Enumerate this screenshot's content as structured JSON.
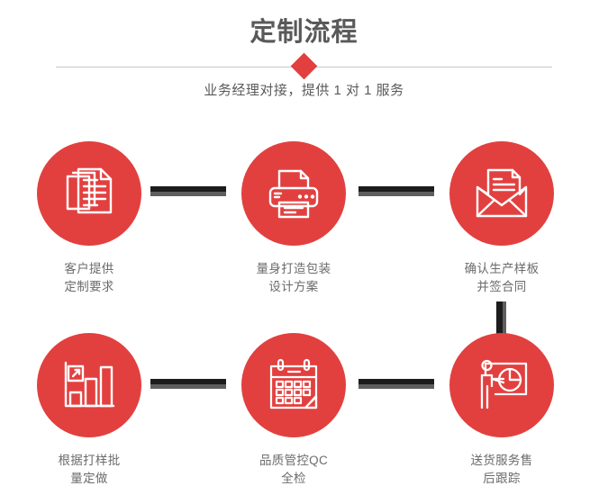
{
  "header": {
    "title": "定制流程",
    "subtitle": "业务经理对接，提供 1 对 1 服务",
    "diamond_icon": "diamond-marker",
    "accent_color": "#e2403f",
    "title_color": "#595959",
    "divider_color": "#c9c9c9"
  },
  "flow": {
    "steps": [
      {
        "index": "1",
        "icon": "documents-stack-icon",
        "label": "客户提供\n定制要求"
      },
      {
        "index": "2",
        "icon": "printer-icon",
        "label": "量身打造包装\n设计方案"
      },
      {
        "index": "3",
        "icon": "envelope-letter-icon",
        "label": "确认生产样板\n并签合同"
      },
      {
        "index": "4",
        "icon": "bar-chart-growth-icon",
        "label": "根据打样批\n量定做"
      },
      {
        "index": "5",
        "icon": "calendar-icon",
        "label": "品质管控QC\n全检"
      },
      {
        "index": "6",
        "icon": "presenter-pie-chart-icon",
        "label": "送货服务售\n后跟踪"
      }
    ],
    "connectors": [
      {
        "name": "connector-step1-step2",
        "orientation": "horizontal"
      },
      {
        "name": "connector-step2-step3",
        "orientation": "horizontal"
      },
      {
        "name": "connector-step4-step5",
        "orientation": "horizontal"
      },
      {
        "name": "connector-step5-step6",
        "orientation": "horizontal"
      },
      {
        "name": "connector-step3-step6",
        "orientation": "vertical"
      }
    ],
    "connector_color": "#1c1c1c",
    "connector_shadow_color": "#5e5e5e",
    "circle_color": "#e2403f",
    "label_color": "#6b6b6b"
  }
}
